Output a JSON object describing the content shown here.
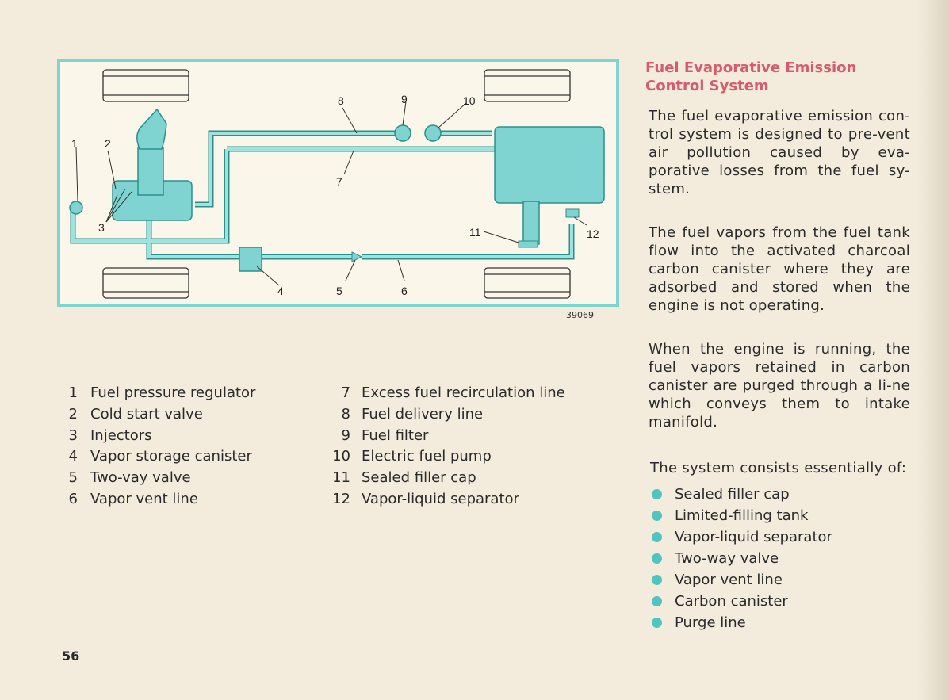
{
  "figure": {
    "callouts": [
      "1",
      "2",
      "3",
      "4",
      "5",
      "6",
      "7",
      "8",
      "9",
      "10",
      "11",
      "12"
    ],
    "figure_number": "39069"
  },
  "legend": [
    {
      "num": "1",
      "label": "Fuel pressure regulator"
    },
    {
      "num": "2",
      "label": "Cold start valve"
    },
    {
      "num": "3",
      "label": "Injectors"
    },
    {
      "num": "4",
      "label": "Vapor storage canister"
    },
    {
      "num": "5",
      "label": "Two-vay valve"
    },
    {
      "num": "6",
      "label": "Vapor vent line"
    },
    {
      "num": "7",
      "label": "Excess fuel recirculation line"
    },
    {
      "num": "8",
      "label": "Fuel delivery line"
    },
    {
      "num": "9",
      "label": "Fuel filter"
    },
    {
      "num": "10",
      "label": "Electric fuel pump"
    },
    {
      "num": "11",
      "label": "Sealed filler cap"
    },
    {
      "num": "12",
      "label": "Vapor-liquid separator"
    }
  ],
  "section": {
    "title": "Fuel Evaporative Emission Control System",
    "paragraphs": [
      "The fuel evaporative emission con-trol system is designed to pre-vent air pollution caused by eva-porative losses from the fuel sy-stem.",
      "The fuel vapors from the fuel tank flow into the activated charcoal carbon canister where they are adsorbed and stored when the engine is not operating.",
      "When the engine is running, the fuel vapors retained in carbon canister are purged through a li-ne which conveys them to intake manifold."
    ],
    "consists_label": "The system consists essentially of:",
    "items": [
      "Sealed filler cap",
      "Limited-filling tank",
      "Vapor-liquid separator",
      "Two-way valve",
      "Vapor vent line",
      "Carbon canister",
      "Purge line"
    ]
  },
  "page_number": "56",
  "colors": {
    "accent_teal": "#7fd3d0",
    "title_red": "#d85a70",
    "paper": "#f3ecdc"
  }
}
